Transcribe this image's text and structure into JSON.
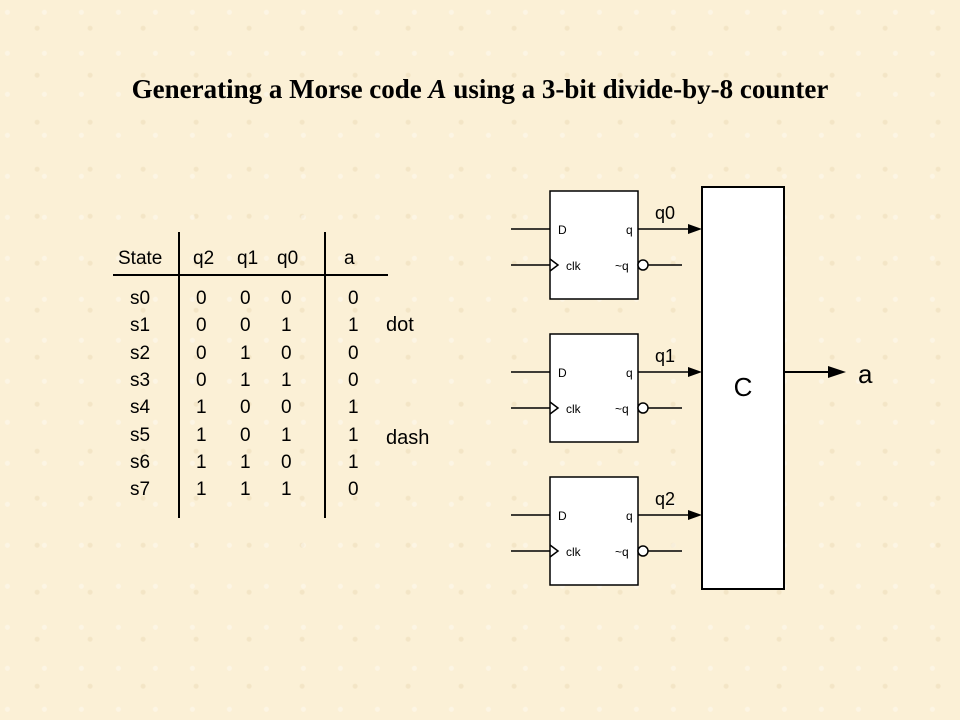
{
  "title": {
    "prefix": "Generating a Morse code ",
    "italic": "A",
    "suffix": " using a 3-bit divide-by-8 counter"
  },
  "table": {
    "headers": [
      "State",
      "q2",
      "q1",
      "q0",
      "a"
    ],
    "rows": [
      [
        "s0",
        "0",
        "0",
        "0",
        "0"
      ],
      [
        "s1",
        "0",
        "0",
        "1",
        "1"
      ],
      [
        "s2",
        "0",
        "1",
        "0",
        "0"
      ],
      [
        "s3",
        "0",
        "1",
        "1",
        "0"
      ],
      [
        "s4",
        "1",
        "0",
        "0",
        "1"
      ],
      [
        "s5",
        "1",
        "0",
        "1",
        "1"
      ],
      [
        "s6",
        "1",
        "1",
        "0",
        "1"
      ],
      [
        "s7",
        "1",
        "1",
        "1",
        "0"
      ]
    ],
    "notes": {
      "dot": "dot",
      "dash": "dash"
    }
  },
  "circuit": {
    "flipflops": [
      {
        "d": "D",
        "clk": "clk",
        "q": "q",
        "nq": "~q",
        "out": "q0"
      },
      {
        "d": "D",
        "clk": "clk",
        "q": "q",
        "nq": "~q",
        "out": "q1"
      },
      {
        "d": "D",
        "clk": "clk",
        "q": "q",
        "nq": "~q",
        "out": "q2"
      }
    ],
    "block_label": "C",
    "output_label": "a"
  }
}
